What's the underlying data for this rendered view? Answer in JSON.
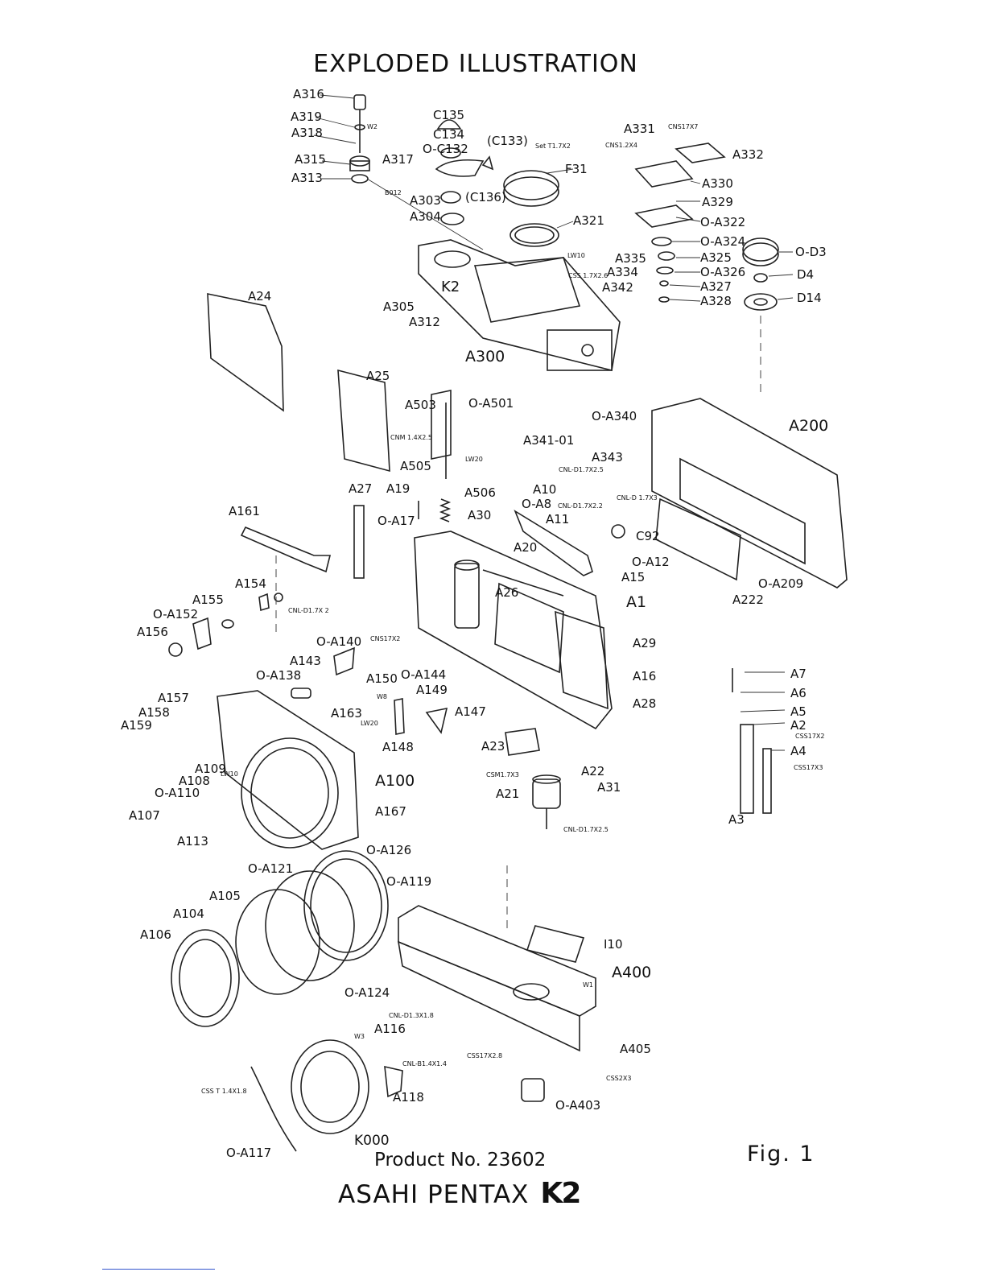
{
  "title": "EXPLODED ILLUSTRATION",
  "figure_label": "Fig. 1",
  "product_number": "Product No. 23602",
  "brand": "ASAHI PENTAX",
  "brand_mark": "K2",
  "part_labels": {
    "A316": "A316",
    "A319": "A319",
    "A318": "A318",
    "A315": "A315",
    "A313": "A313",
    "W2": "W2",
    "B012": "B012",
    "A317": "A317",
    "C135": "C135",
    "C134": "C134",
    "O-C132": "O-C132",
    "C133": "(C133)",
    "C136": "(C136)",
    "A303": "A303",
    "A304": "A304",
    "Set": "Set T1.7X2",
    "F31": "F31",
    "A321": "A321",
    "A331": "A331",
    "CNS17X7": "CNS17X7",
    "CNS12X4": "CNS1.2X4",
    "A332": "A332",
    "A330": "A330",
    "A329": "A329",
    "O-A322": "O-A322",
    "O-A324": "O-A324",
    "A325": "A325",
    "O-A326": "O-A326",
    "A327": "A327",
    "A328": "A328",
    "O-D3": "O-D3",
    "D4": "D4",
    "D14": "D14",
    "LW10": "LW10",
    "A335": "A335",
    "A334": "A334",
    "CSS17": "CSS 1.7X2.6",
    "A342": "A342",
    "A24": "A24",
    "A305": "A305",
    "A312": "A312",
    "A300": "A300",
    "K2": "K2",
    "A25": "A25",
    "A503": "A503",
    "O-A501": "O-A501",
    "CNM": "CNM 1.4X2.5",
    "LW20a": "LW20",
    "A505": "A505",
    "A34101": "A341-01",
    "O-A340": "O-A340",
    "A343": "A343",
    "CNLD17X25": "CNL-D1.7X2.5",
    "A200": "A200",
    "A27": "A27",
    "A19": "A19",
    "A506": "A506",
    "A161": "A161",
    "O-A17": "O-A17",
    "A30": "A30",
    "A10": "A10",
    "O-A8": "O-A8",
    "CNLD1X2": "CNL-D1.7X2.2",
    "CNLD17X3": "CNL-D 1.7X3",
    "A11": "A11",
    "C92": "C92",
    "A20": "A20",
    "O-A12": "O-A12",
    "A15": "A15",
    "O-A209": "O-A209",
    "A222": "A222",
    "A154": "A154",
    "CNLD172": "CNL-D1.7X 2",
    "A155": "A155",
    "O-A152": "O-A152",
    "A156": "A156",
    "A26": "A26",
    "A1": "A1",
    "A29": "A29",
    "O-A140": "O-A140",
    "CNS17X2": "CNS17X2",
    "A143": "A143",
    "O-A138": "O-A138",
    "A150": "A150",
    "O-A144": "O-A144",
    "W8": "W8",
    "A149": "A149",
    "A163": "A163",
    "LW20b": "LW20",
    "A147": "A147",
    "A148": "A148",
    "A16": "A16",
    "A28": "A28",
    "A157": "A157",
    "A158": "A158",
    "A159": "A159",
    "A7": "A7",
    "A6": "A6",
    "A5": "A5",
    "A2": "A2",
    "CSS17X2": "CSS17X2",
    "A4": "A4",
    "CSS17X3": "CSS17X3",
    "A3": "A3",
    "A23": "A23",
    "CSM17X3": "CSM1.7X3",
    "A22": "A22",
    "A21": "A21",
    "A31": "A31",
    "CNL17X25": "CNL-D1.7X2.5",
    "A109": "A109",
    "A108": "A108",
    "LW10b": "LW10",
    "O-A110": "O-A110",
    "A100": "A100",
    "A107": "A107",
    "A113": "A113",
    "A167": "A167",
    "O-A126": "O-A126",
    "O-A121": "O-A121",
    "O-A119": "O-A119",
    "A105": "A105",
    "A104": "A104",
    "A106": "A106",
    "O-A124": "O-A124",
    "I10": "I10",
    "A400": "A400",
    "W1": "W1",
    "CNLD13X18": "CNL-D1.3X1.8",
    "W3": "W3",
    "A116": "A116",
    "CSS17X28": "CSS17X2.8",
    "A405": "A405",
    "CNLB14X14": "CNL-B1.4X1.4",
    "CSS2X3": "CSS2X3",
    "CSST": "CSS T 1.4X1.8",
    "A118": "A118",
    "O-A403": "O-A403",
    "K000": "K000",
    "O-A117": "O-A117"
  }
}
